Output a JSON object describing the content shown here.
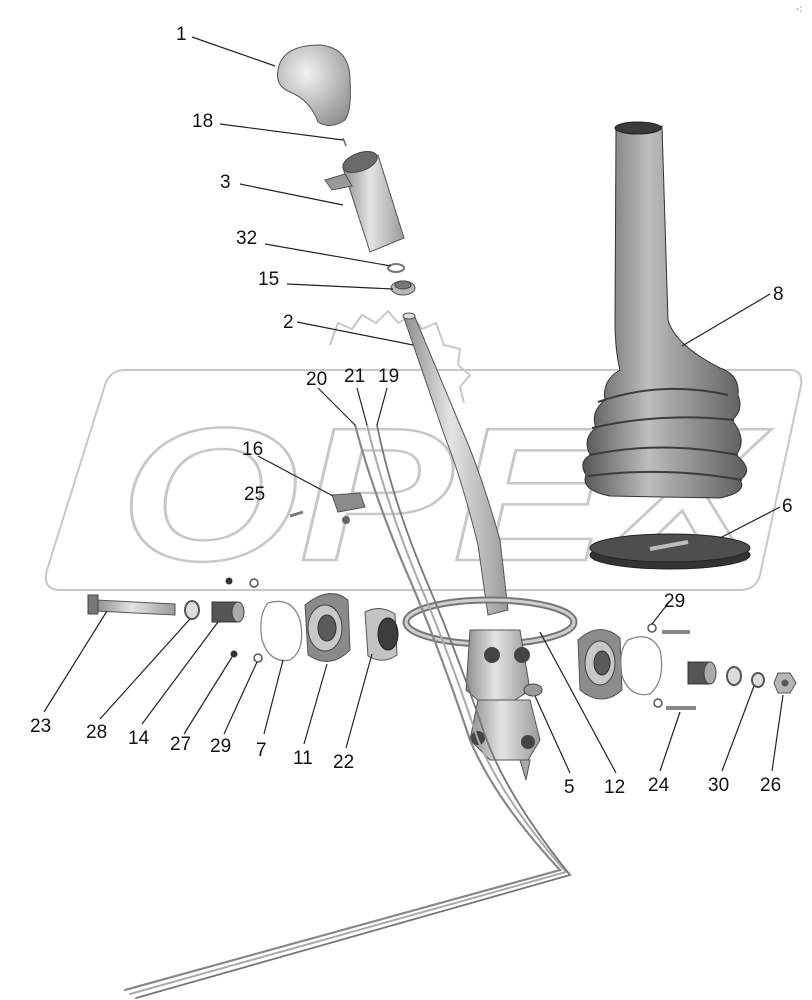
{
  "watermark": {
    "text": "OPEX"
  },
  "corner_mark": "-:",
  "callouts": {
    "c1": "1",
    "c18": "18",
    "c3": "3",
    "c32": "32",
    "c15": "15",
    "c2": "2",
    "c20": "20",
    "c21": "21",
    "c19": "19",
    "c16": "16",
    "c25": "25",
    "c8": "8",
    "c6": "6",
    "c23": "23",
    "c28": "28",
    "c14": "14",
    "c27": "27",
    "c29a": "29",
    "c7": "7",
    "c11": "11",
    "c22": "22",
    "c5": "5",
    "c12": "12",
    "c29b": "29",
    "c24": "24",
    "c30": "30",
    "c26": "26"
  },
  "colors": {
    "metal_light": "#e2e2e2",
    "metal_mid": "#b8b8b8",
    "metal_dark": "#6e6e6e",
    "rubber": "#5a5a5a",
    "rubber_dark": "#2e2e2e",
    "background": "#ffffff"
  }
}
